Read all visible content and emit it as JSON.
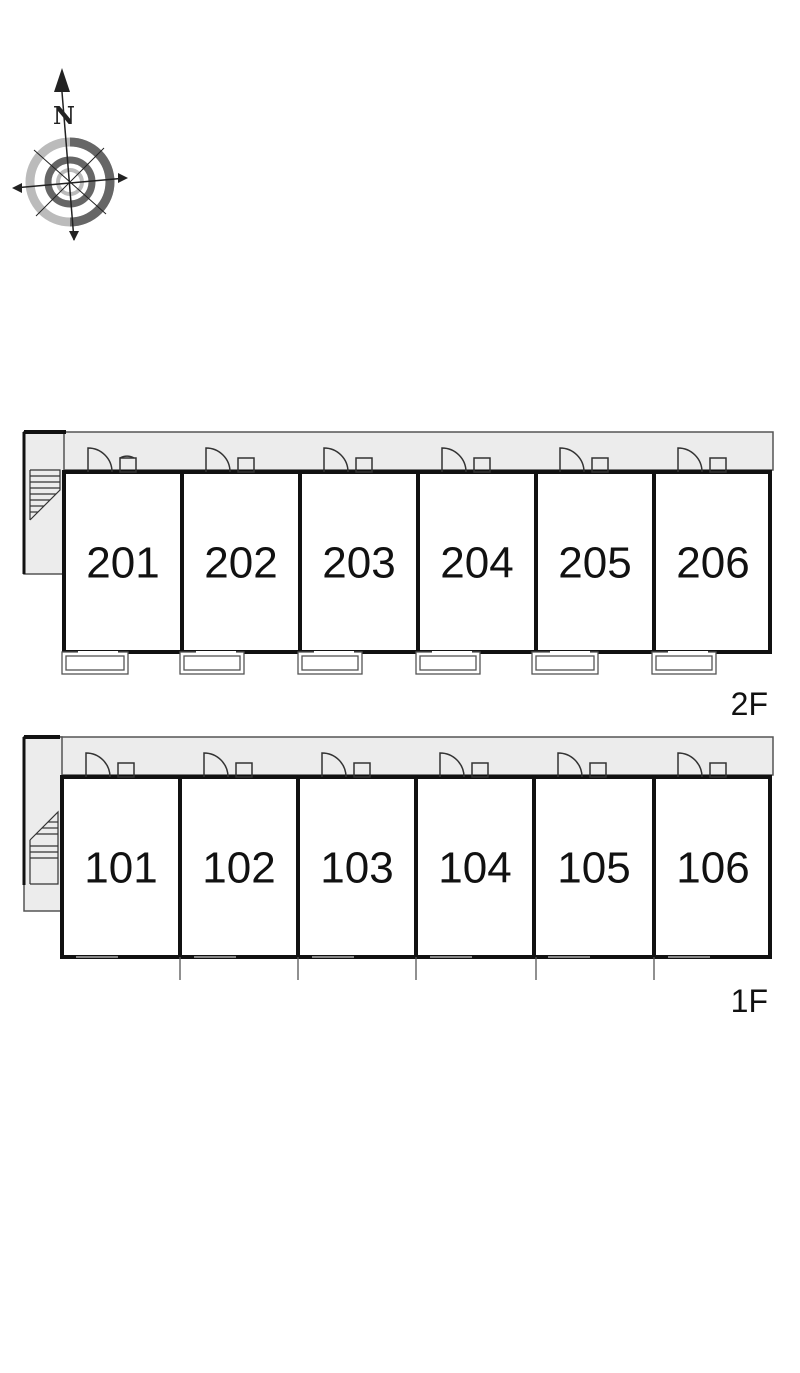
{
  "compass": {
    "north_label": "N",
    "icon": "compass-rose-icon"
  },
  "floors": [
    {
      "label": "2F",
      "units": [
        {
          "number": "201"
        },
        {
          "number": "202"
        },
        {
          "number": "203"
        },
        {
          "number": "204"
        },
        {
          "number": "205"
        },
        {
          "number": "206"
        }
      ]
    },
    {
      "label": "1F",
      "units": [
        {
          "number": "101"
        },
        {
          "number": "102"
        },
        {
          "number": "103"
        },
        {
          "number": "104"
        },
        {
          "number": "105"
        },
        {
          "number": "106"
        }
      ]
    }
  ],
  "colors": {
    "wall": "#111111",
    "corridor": "#ececec",
    "outline": "#555555",
    "ring_dark": "#666666",
    "ring_light": "#bbbbbb"
  }
}
